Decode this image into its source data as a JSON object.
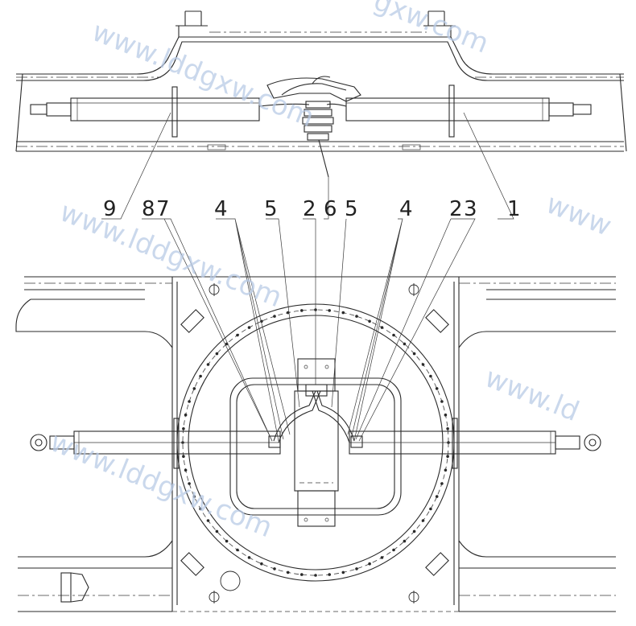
{
  "callouts": [
    {
      "id": "9",
      "text": "9"
    },
    {
      "id": "8",
      "text": "8"
    },
    {
      "id": "7",
      "text": "7"
    },
    {
      "id": "4a",
      "text": "4"
    },
    {
      "id": "5a",
      "text": "5"
    },
    {
      "id": "2a",
      "text": "2"
    },
    {
      "id": "6",
      "text": "6"
    },
    {
      "id": "5b",
      "text": "5"
    },
    {
      "id": "4b",
      "text": "4"
    },
    {
      "id": "2b",
      "text": "2"
    },
    {
      "id": "3",
      "text": "3"
    },
    {
      "id": "1",
      "text": "1"
    }
  ],
  "watermarks": [
    {
      "id": "wm1",
      "text": "www.lddgxw.com"
    },
    {
      "id": "wm2",
      "text": "www.lddgxw.com"
    },
    {
      "id": "wm3",
      "text": "www.lddgxw.com"
    },
    {
      "id": "wm4",
      "text": "www.ld"
    },
    {
      "id": "wm5",
      "text": "www"
    },
    {
      "id": "wm6",
      "text": "gxw.com"
    }
  ],
  "colors": {
    "line": "#2a2a2a",
    "watermark": "#b9cbe6"
  }
}
